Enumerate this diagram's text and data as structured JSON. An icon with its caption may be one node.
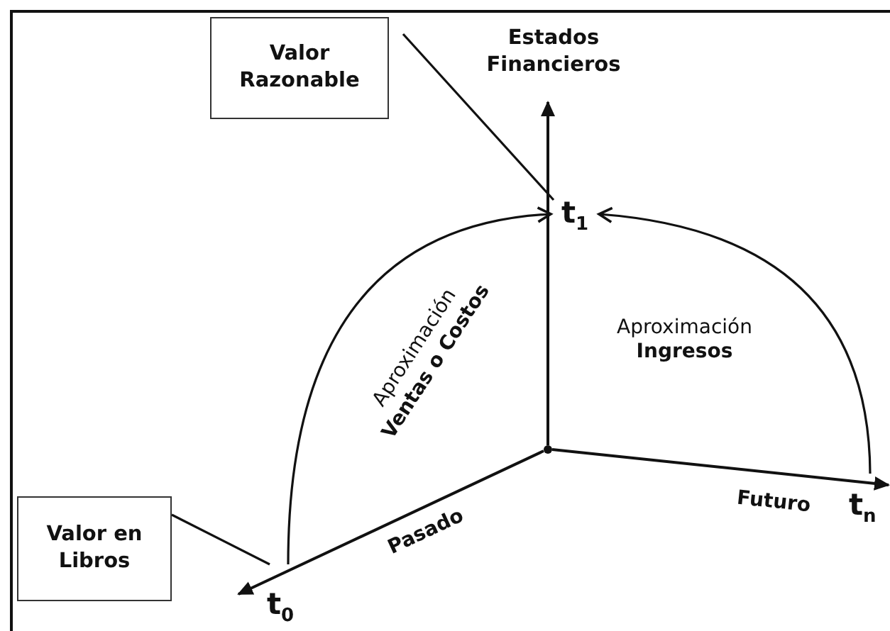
{
  "diagram": {
    "nodes": [
      {
        "text": [
          "Valor Razonable"
        ]
      },
      {
        "text": [
          "Valor en Libros"
        ]
      },
      {
        "text": [
          "t$_{1}$"
        ]
      },
      {
        "text": [
          "t$_{0}$"
        ]
      },
      {
        "text": [
          "t$_{n}$"
        ]
      },
      {
        "text": [
          "Estados Financieros"
        ]
      },
      {
        "text": [],
        "shape": "point"
      }
    ],
    "edges": [
      {
        "from": 0,
        "to": 2,
        "arrow": "none"
      },
      {
        "from": 1,
        "to": 3,
        "arrow": "none"
      },
      {
        "from": 3,
        "to": 2,
        "arrow": "to",
        "label": "Aproximación **Ventas o Costos**"
      },
      {
        "from": 4,
        "to": 2,
        "arrow": "to",
        "label": "Aproximación **Ingresos**"
      },
      {
        "from": 6,
        "to": 5,
        "arrow": "to"
      },
      {
        "from": 6,
        "to": 3,
        "arrow": "to"
      },
      {
        "from": 6,
        "to": 4,
        "arrow": "to"
      }
    ],
    "labels": [
      "Pasado",
      "Futuro"
    ]
  }
}
